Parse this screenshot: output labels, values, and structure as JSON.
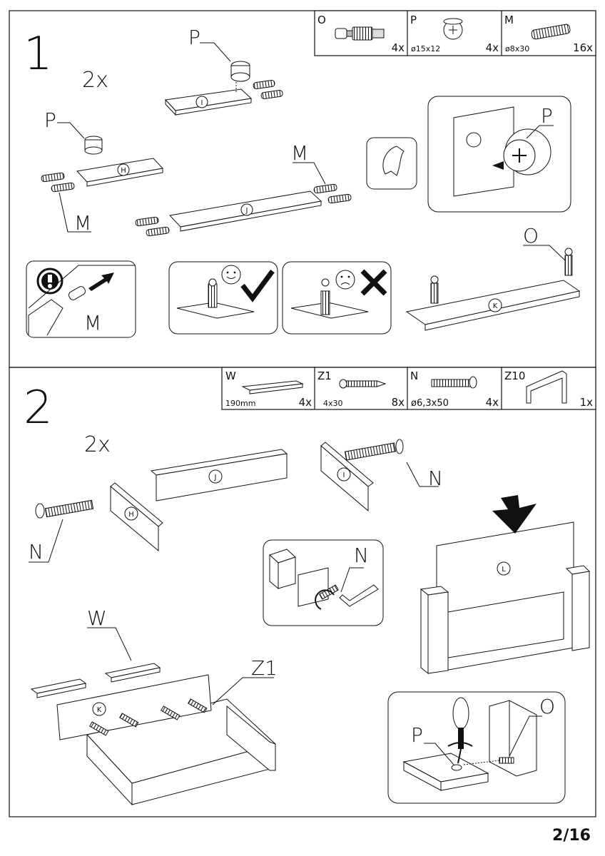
{
  "page_number": "2/16",
  "step1": {
    "number": "1",
    "quantity": "2x",
    "parts": [
      {
        "code": "O",
        "size": "",
        "qty": "4x"
      },
      {
        "code": "P",
        "size": "ø15x12",
        "qty": "4x"
      },
      {
        "code": "M",
        "size": "ø8x30",
        "qty": "16x"
      }
    ],
    "panels": {
      "i": "I",
      "h": "H",
      "j": "J",
      "k": "K"
    },
    "callouts": {
      "p_top": "P",
      "p_left": "P",
      "m_right": "M",
      "m_left": "M",
      "p_detail": "P",
      "o": "O",
      "m_warning": "M"
    }
  },
  "step2": {
    "number": "2",
    "quantity": "2x",
    "parts": [
      {
        "code": "W",
        "size": "190mm",
        "qty": "4x"
      },
      {
        "code": "Z1",
        "size": "4x30",
        "qty": "8x"
      },
      {
        "code": "N",
        "size": "ø6,3x50",
        "qty": "4x"
      },
      {
        "code": "Z10",
        "size": "",
        "qty": "1x"
      }
    ],
    "panels": {
      "j": "J",
      "i": "I",
      "h": "H",
      "l": "L",
      "k": "K"
    },
    "callouts": {
      "n_right": "N",
      "n_left": "N",
      "n_detail": "N",
      "w": "W",
      "z1": "Z1",
      "p_bottom": "P",
      "o_bottom": "O"
    }
  }
}
